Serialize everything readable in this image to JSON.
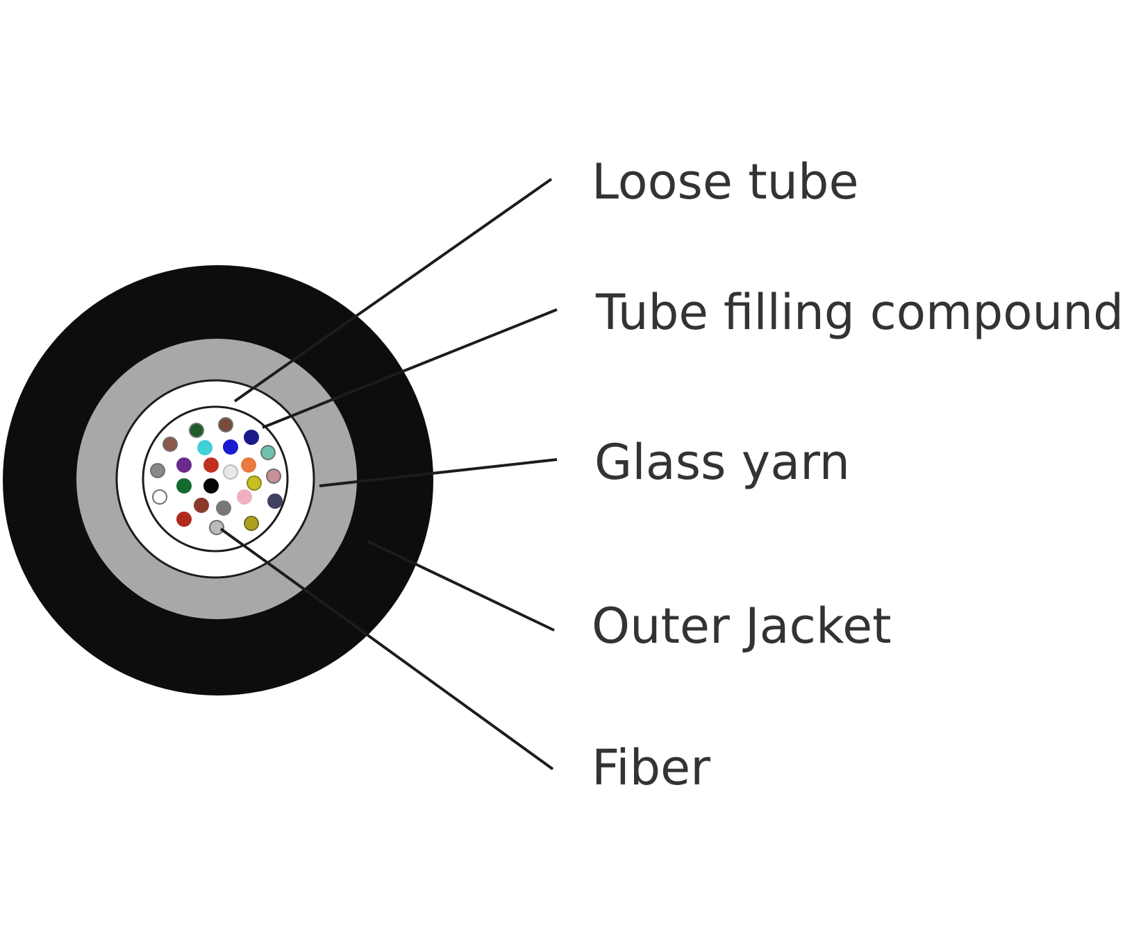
{
  "labels": {
    "loose_tube": "Loose tube",
    "tube_filling_compound": "Tube filling compound",
    "glass_yarn": "Glass yarn",
    "outer_jacket": "Outer Jacket",
    "fiber": "Fiber"
  },
  "colors": {
    "outer_jacket": "#0d0d0d",
    "glass_yarn": "#a8a8a8",
    "loose_tube_core": "#ffffff",
    "leader_lines": "#1c1c1c",
    "label_text": "#333333"
  },
  "fibers": [
    {
      "color": "#1f5c2a",
      "outline": "#6f6f6f"
    },
    {
      "color": "#7a4a3a",
      "outline": "#6f6f6f"
    },
    {
      "color": "#8b5a4a",
      "outline": "#6f6f6f"
    },
    {
      "color": "#1a1a8a",
      "outline": "#1a1a8a"
    },
    {
      "color": "#3fd0d8",
      "outline": "#3fd0d8"
    },
    {
      "color": "#1a1ad0",
      "outline": "#1a1ad0"
    },
    {
      "color": "#70c0b0",
      "outline": "#6f6f6f"
    },
    {
      "color": "#6a2a8a",
      "outline": "#6a2a8a"
    },
    {
      "color": "#c03020",
      "outline": "#c03020"
    },
    {
      "color": "#e87a40",
      "outline": "#e87a40"
    },
    {
      "color": "#c8909a",
      "outline": "#6f6f6f"
    },
    {
      "color": "#888888",
      "outline": "#6f6f6f"
    },
    {
      "color": "#156a30",
      "outline": "#156a30"
    },
    {
      "color": "#050505",
      "outline": "#050505"
    },
    {
      "color": "#e8e8e8",
      "outline": "#bbbbbb"
    },
    {
      "color": "#c8c020",
      "outline": "#8a8a20"
    },
    {
      "color": "#f0b0c0",
      "outline": "#f0b0c0"
    },
    {
      "color": "#ffffff",
      "outline": "#6f6f6f"
    },
    {
      "color": "#8a3a2a",
      "outline": "#8a3a2a"
    },
    {
      "color": "#777777",
      "outline": "#777777"
    },
    {
      "color": "#404060",
      "outline": "#404060"
    },
    {
      "color": "#b02a20",
      "outline": "#b02a20"
    },
    {
      "color": "#b0a020",
      "outline": "#707020"
    },
    {
      "color": "#bbbbbb",
      "outline": "#6f6f6f"
    }
  ]
}
